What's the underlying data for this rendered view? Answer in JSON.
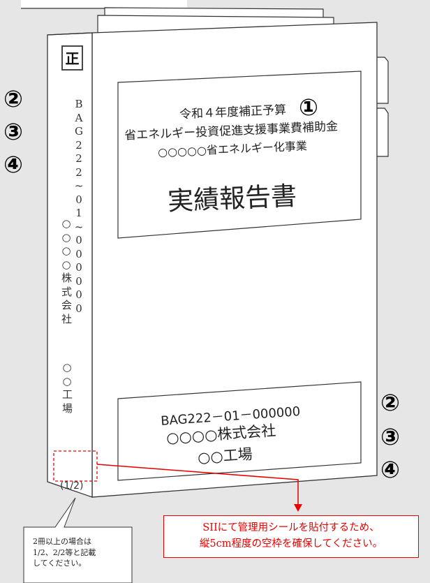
{
  "spine": {
    "label_box": "正",
    "code_chars": [
      "B",
      "A",
      "G",
      "2",
      "2",
      "2",
      "~",
      "0",
      "1",
      "~",
      "0",
      "0",
      "0",
      "0",
      "0",
      "0"
    ],
    "company_chars": [
      "○",
      "○",
      "○",
      "○",
      "株",
      "式",
      "会",
      "社"
    ],
    "factory_chars": [
      "○",
      "○",
      "工",
      "場"
    ],
    "volume": "(1/2)"
  },
  "cover_top": {
    "line1": "令和４年度補正予算",
    "line2": "省エネルギー投資促進支援事業費補助金",
    "line3": "○○○○○省エネルギー化事業",
    "title": "実績報告書"
  },
  "cover_bottom": {
    "code": "BAG222－01－000000",
    "company": "○○○○株式会社",
    "factory": "○○工場"
  },
  "markers": {
    "m1": "①",
    "left": [
      "②",
      "③",
      "④"
    ],
    "right": [
      "②",
      "③",
      "④"
    ]
  },
  "callout_volume": "2冊以上の場合は\n1/2、2/2等と記載\nしてください。",
  "callout_seal": "SIIにて管理用シールを貼付するため、\n縦5cm程度の空枠を確保してください。",
  "colors": {
    "background": "#e6e6e6",
    "accent_red": "#e60000"
  }
}
